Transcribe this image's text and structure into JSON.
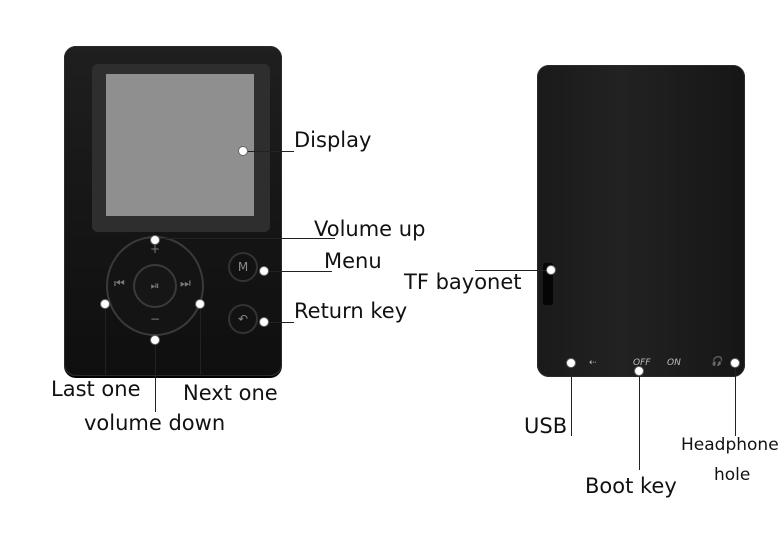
{
  "front": {
    "glyphs": {
      "plus": "+",
      "minus": "−",
      "prev": "⏮",
      "next": "⏭",
      "playpause": "⏯"
    },
    "buttons": {
      "menu": "M",
      "return": "↶"
    }
  },
  "back": {
    "port_labels": {
      "usb": "⇠",
      "off": "OFF",
      "on": "ON",
      "headphone": "🎧"
    }
  },
  "labels": {
    "display": "Display",
    "volume_up": "Volume up",
    "menu": "Menu",
    "return_key": "Return key",
    "last_one": "Last one",
    "next_one": "Next one",
    "volume_down": "volume down",
    "tf_bayonet": "TF bayonet",
    "usb": "USB",
    "boot_key": "Boot key",
    "headphone_line1": "Headphone",
    "headphone_line2": "hole"
  }
}
